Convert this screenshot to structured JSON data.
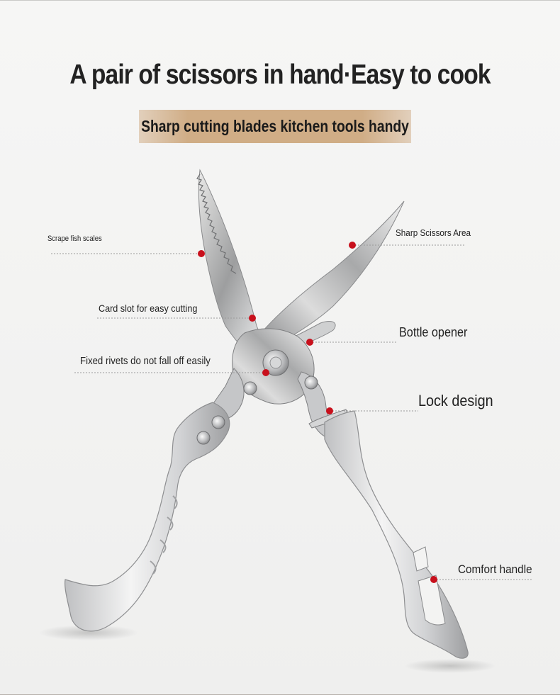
{
  "header": {
    "title": "A pair of scissors in hand·Easy to cook",
    "banner": "Sharp cutting blades kitchen tools handy"
  },
  "callouts": {
    "scrape": "Scrape fish scales",
    "sharp": "Sharp Scissors Area",
    "card": "Card slot for easy cutting",
    "bottle": "Bottle opener",
    "fixed": "Fixed rivets do not fall off easily",
    "lock": "Lock design",
    "comfort": "Comfort handle"
  },
  "colors": {
    "banner": "#d0ad86",
    "dot": "#c8101c",
    "text": "#222222",
    "background": "#f3f3f2"
  }
}
